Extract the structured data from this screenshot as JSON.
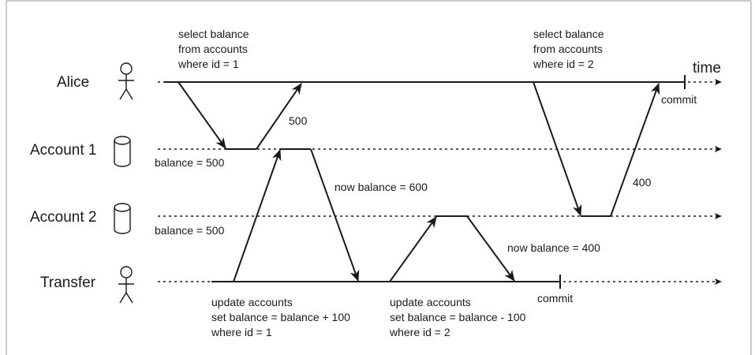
{
  "lanes": {
    "alice": "Alice",
    "account1": "Account 1",
    "account2": "Account 2",
    "transfer": "Transfer"
  },
  "time_label": "time",
  "notes": {
    "alice_query1": [
      "select balance",
      "from accounts",
      "where id = 1"
    ],
    "alice_query2": [
      "select balance",
      "from accounts",
      "where id = 2"
    ],
    "alice_commit": "commit",
    "transfer_commit": "commit",
    "account1_balance": "balance = 500",
    "account2_balance": "balance = 500",
    "return_500": "500",
    "return_400": "400",
    "now_600": "now balance = 600",
    "now_400": "now balance = 400",
    "update1": [
      "update accounts",
      "set balance = balance + 100",
      "where id = 1"
    ],
    "update2": [
      "update accounts",
      "set balance = balance - 100",
      "where id = 2"
    ]
  },
  "icons": {
    "alice": "person-icon",
    "account1": "database-cylinder-icon",
    "account2": "database-cylinder-icon",
    "transfer": "person-icon"
  }
}
